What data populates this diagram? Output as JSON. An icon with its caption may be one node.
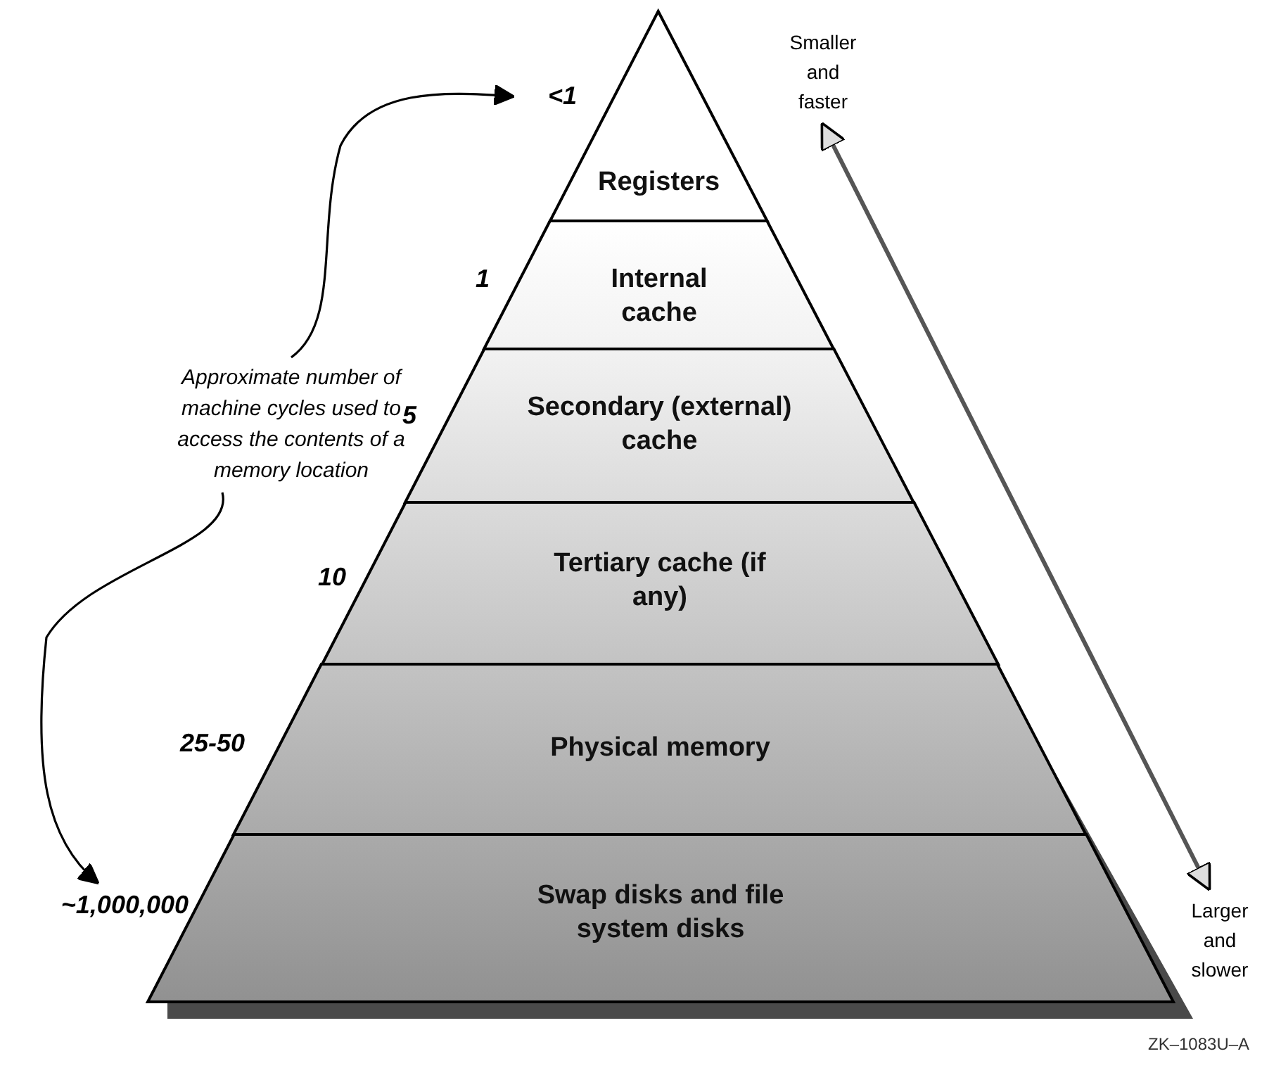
{
  "diagram": {
    "nodes": [
      {
        "text": [
          "Registers"
        ]
      },
      {
        "text": [
          "Internal cache"
        ]
      },
      {
        "text": [
          "Secondary (external) cache"
        ]
      },
      {
        "text": [
          "Tertiary cache (if any)"
        ]
      },
      {
        "text": [
          "Physical memory"
        ]
      },
      {
        "text": [
          "Swap disks and file system disks"
        ]
      },
      {
        "text": [
          "<1"
        ]
      },
      {
        "text": [
          "~1,000,000"
        ]
      },
      {
        "text": [
          "Approximate number of machine cycles used to access the contents of a memory location"
        ]
      },
      {
        "text": [
          "Smaller and faster"
        ]
      },
      {
        "text": [
          "Larger and slower"
        ]
      }
    ],
    "edges": [
      {
        "from": 8,
        "to": 6,
        "arrow": "to"
      },
      {
        "from": 8,
        "to": 7,
        "arrow": "to"
      },
      {
        "from": 9,
        "to": 10,
        "arrow": "both"
      }
    ],
    "labels": [
      "1",
      "5",
      "10",
      "25-50",
      "ZK–1083U–A"
    ]
  }
}
